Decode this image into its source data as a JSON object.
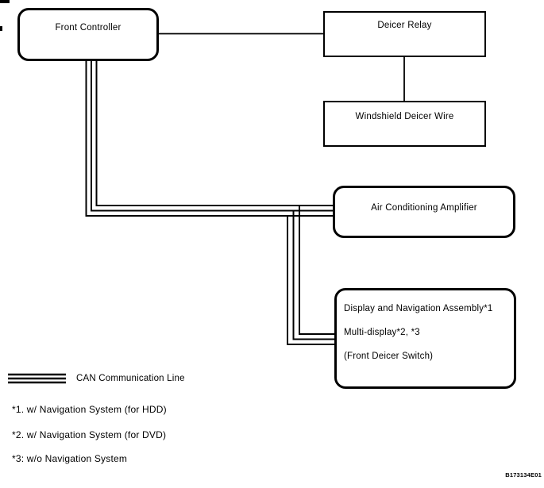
{
  "figure": {
    "id_label": "B173134E01",
    "nodes": {
      "front_controller": "Front Controller",
      "deicer_relay": "Deicer Relay",
      "windshield_deicer_wire": "Windshield Deicer Wire",
      "air_conditioning_amplifier": "Air Conditioning Amplifier",
      "display_assembly_line1": "Display and Navigation Assembly*1",
      "display_assembly_line2": "Multi-display*2, *3",
      "display_assembly_line3": "(Front Deicer Switch)"
    },
    "legend": {
      "can_line_label": "CAN Communication Line"
    },
    "footnotes": [
      "*1. w/ Navigation System (for HDD)",
      "*2. w/ Navigation System (for DVD)",
      "*3: w/o Navigation System"
    ],
    "connections": [
      {
        "from": "Front Controller",
        "to": "Deicer Relay",
        "type": "wire"
      },
      {
        "from": "Deicer Relay",
        "to": "Windshield Deicer Wire",
        "type": "wire"
      },
      {
        "from": "Front Controller",
        "to": "Air Conditioning Amplifier",
        "type": "CAN Communication Line"
      },
      {
        "from": "Front Controller",
        "to": "Display and Navigation Assembly / Multi-display (Front Deicer Switch)",
        "type": "CAN Communication Line"
      }
    ],
    "colors": {
      "line": "#000000",
      "background": "#ffffff"
    }
  }
}
